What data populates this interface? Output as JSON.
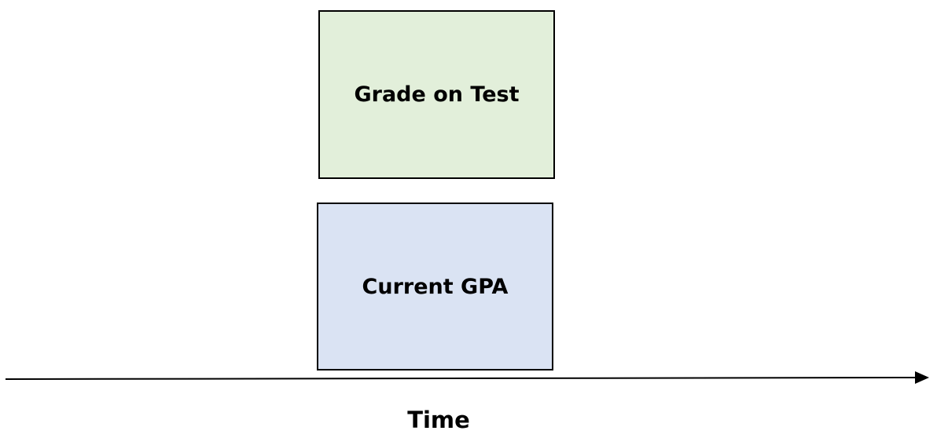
{
  "boxes": [
    {
      "label": "Grade on Test",
      "fill": "#E2EFDA"
    },
    {
      "label": "Current GPA",
      "fill": "#DAE3F3"
    }
  ],
  "axis": {
    "label": "Time"
  }
}
